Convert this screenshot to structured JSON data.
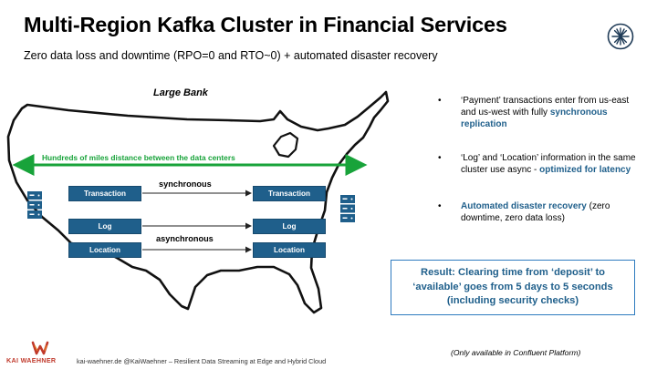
{
  "header": {
    "title": "Multi-Region Kafka Cluster in Financial Services",
    "subtitle": "Zero data loss and downtime (RPO=0 and RTO~0) + automated disaster recovery"
  },
  "diagram": {
    "map_label": "Large Bank",
    "distance_label": "Hundreds of miles distance between the data centers",
    "left_nodes": [
      "Transaction",
      "Log",
      "Location"
    ],
    "right_nodes": [
      "Transaction",
      "Log",
      "Location"
    ],
    "sync_label": "synchronous",
    "async_label": "asynchronous"
  },
  "bullets": [
    {
      "before": "‘Payment’ transactions enter from us-east and us-west with fully ",
      "highlight": "synchronous replication",
      "after": ""
    },
    {
      "before": "‘Log’ and ‘Location’ information in the same cluster use async - ",
      "highlight": "optimized for latency",
      "after": ""
    },
    {
      "before": "",
      "highlight": "Automated disaster recovery",
      "after": " (zero downtime, zero data loss)"
    }
  ],
  "bullet_glyph": "•",
  "result": "Result: Clearing time from ‘deposit’ to ‘available’ goes from 5 days to 5 seconds (including security checks)",
  "footnote": "(Only available in Confluent Platform)",
  "footer": {
    "brand": "KAI WAEHNER",
    "text": "kai-waehner.de @KaiWaehner – Resilient Data Streaming at Edge and Hybrid Cloud"
  },
  "colors": {
    "accent": "#1f5f8b",
    "green": "#18a33a",
    "result_border": "#2e7bbf",
    "brand": "#c0392b"
  },
  "icons": [
    "confluent-logo-icon",
    "server-rack-icon",
    "kai-waehner-logo-icon"
  ]
}
